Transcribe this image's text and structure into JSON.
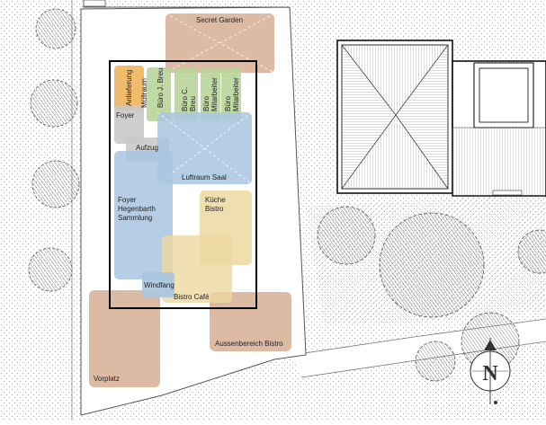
{
  "plan": {
    "zones": {
      "secret_garden": "Secret Garden",
      "anlieferung": "Anlieferung",
      "muellraum": "Müllraum",
      "buero_j_breu": "Büro J. Breu",
      "buero_c_breu": "Büro C. Breu",
      "buero_mitarbeiter_1": "Büro Mitarbeiter",
      "buero_mitarbeiter_2": "Büro Mitarbeiter",
      "foyer": "Foyer",
      "aufzug": "Aufzug",
      "luftraum_saal": "Luftraum Saal",
      "foyer_hegenbarth": [
        "Foyer",
        "Hegenbarth",
        "Sammlung"
      ],
      "kueche_bistro": [
        "Küche",
        "Bistro"
      ],
      "windfang": "Windfang",
      "bistro_cafe": "Bistro Café",
      "aussenbereich_bistro": "Aussenbereich Bistro",
      "vorplatz": "Vorplatz"
    },
    "compass": {
      "north_letter": "N"
    },
    "colors": {
      "garden": "#d9b39a",
      "delivery": "#f0b45e",
      "offices": "#b9d59a",
      "utility": "#c9c9c9",
      "hall": "#a9c5e0",
      "kitchen": "#ecd8a0",
      "building_outline": "#000000",
      "hatch": "#bdbdbd"
    }
  }
}
